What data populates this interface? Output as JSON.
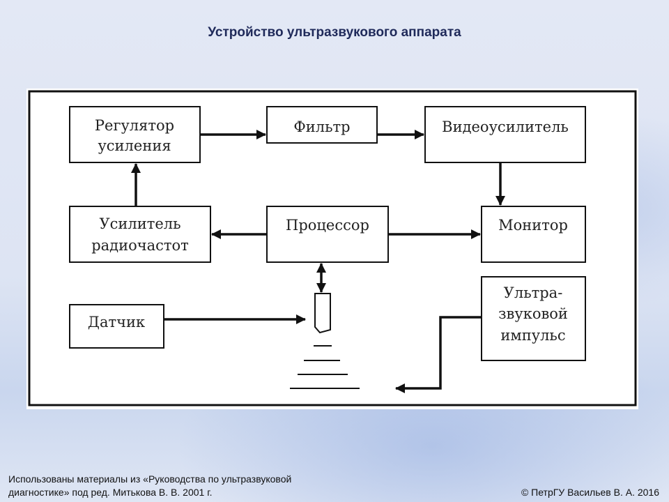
{
  "title": "Устройство ультразвукового аппарата",
  "blocks": {
    "gain_regulator": [
      "Регулятор",
      "усиления"
    ],
    "filter": [
      "Фильтр"
    ],
    "video_amplifier": [
      "Видеоусилитель"
    ],
    "rf_amplifier": [
      "Усилитель",
      "радиочастот"
    ],
    "processor": [
      "Процессор"
    ],
    "monitor": [
      "Монитор"
    ],
    "sensor": [
      "Датчик"
    ],
    "ultrasound_pulse": [
      "Ультра-",
      "звуковой",
      "импульс"
    ]
  },
  "footer": {
    "source_line1": "Использованы материалы из «Руководства по ультразвуковой",
    "source_line2": "диагностике» под ред. Митькова В. В. 2001 г.",
    "copyright": "© ПетрГУ Васильев В. А. 2016"
  }
}
